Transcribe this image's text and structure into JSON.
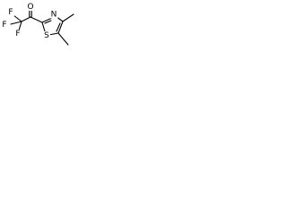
{
  "molecule": {
    "atoms": {
      "carbonyl_oxygen": "O",
      "fluorine_top": "F",
      "fluorine_left": "F",
      "fluorine_bottom": "F",
      "ring_nitrogen": "N",
      "ring_sulfur": "S"
    },
    "colors": {
      "bond": "#000000",
      "label": "#000000",
      "background": "#ffffff"
    }
  }
}
